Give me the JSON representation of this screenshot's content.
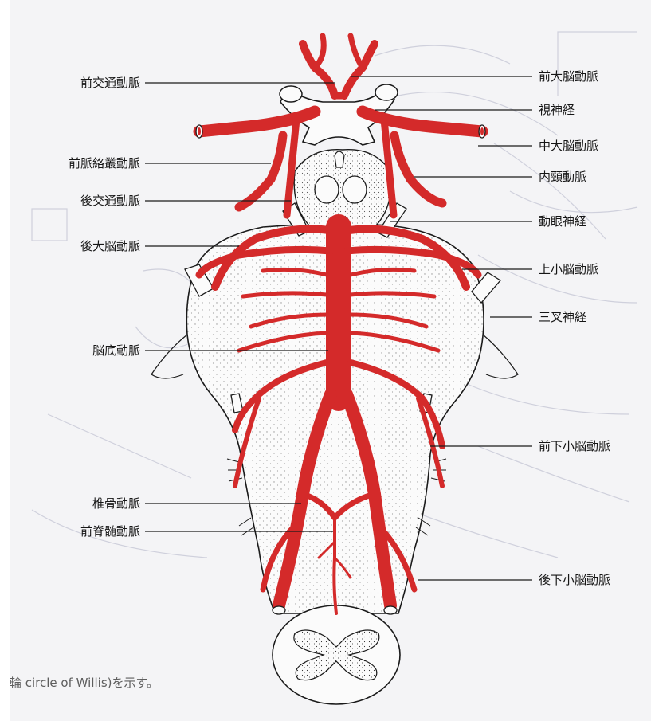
{
  "labels_left": [
    {
      "key": "acom",
      "text": "前交通動脈"
    },
    {
      "key": "achor",
      "text": "前脈絡叢動脈"
    },
    {
      "key": "pcom",
      "text": "後交通動脈"
    },
    {
      "key": "pca",
      "text": "後大脳動脈"
    },
    {
      "key": "basilar",
      "text": "脳底動脈"
    },
    {
      "key": "vert",
      "text": "椎骨動脈"
    },
    {
      "key": "asa",
      "text": "前脊髄動脈"
    }
  ],
  "labels_right": [
    {
      "key": "aca",
      "text": "前大脳動脈"
    },
    {
      "key": "optic",
      "text": "視神経"
    },
    {
      "key": "mca",
      "text": "中大脳動脈"
    },
    {
      "key": "ica",
      "text": "内頸動脈"
    },
    {
      "key": "cn3",
      "text": "動眼神経"
    },
    {
      "key": "sca",
      "text": "上小脳動脈"
    },
    {
      "key": "cn5",
      "text": "三叉神経"
    },
    {
      "key": "aica",
      "text": "前下小脳動脈"
    },
    {
      "key": "pica",
      "text": "後下小脳動脈"
    }
  ],
  "caption": "輪 circle of Willis)を示す。",
  "colors": {
    "artery": "#d42a2a",
    "outline": "#1a1a1a",
    "background": "#f4f4f6",
    "ghost": "#c9cad8"
  }
}
